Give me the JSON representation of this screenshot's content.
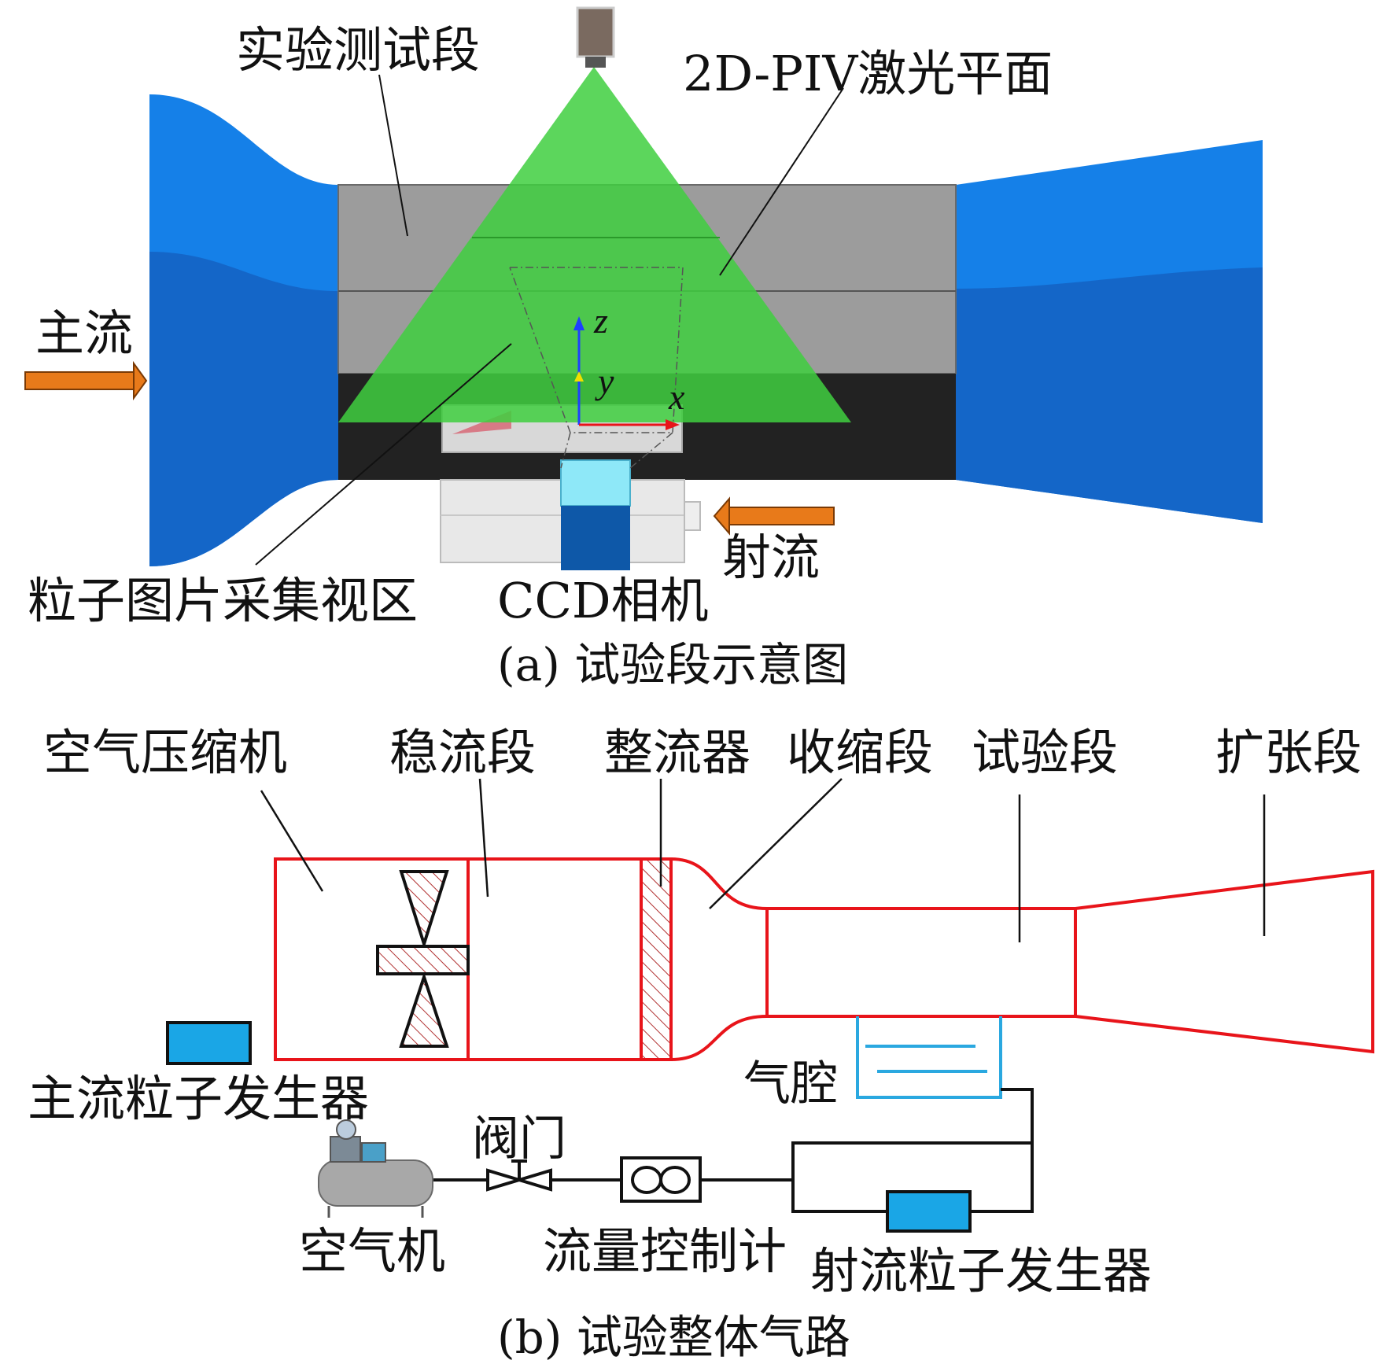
{
  "panel_a": {
    "caption": "(a) 试验段示意图",
    "labels": {
      "test_section": "实验测试段",
      "laser_plane": "2D-PIV激光平面",
      "main_flow": "主流",
      "jet": "射流",
      "view_area": "粒子图片采集视区",
      "ccd_camera": "CCD相机"
    },
    "axes": {
      "z": "z",
      "y": "y",
      "x": "x"
    }
  },
  "panel_b": {
    "caption": "(b) 试验整体气路",
    "labels": {
      "air_compressor": "空气压缩机",
      "settling": "稳流段",
      "rectifier": "整流器",
      "contraction": "收缩段",
      "test": "试验段",
      "diffuser": "扩张段",
      "plenum": "气腔",
      "main_seeder": "主流粒子发生器",
      "valve": "阀门",
      "air_machine": "空气机",
      "flow_controller": "流量控制计",
      "jet_seeder": "射流粒子发生器"
    }
  },
  "colors": {
    "blue_duct": "#1580e8",
    "blue_duct_dark": "#1466c8",
    "green_laser": "#3fcf3f",
    "orange_arrow": "#e87a1a",
    "red_line": "#e8141a",
    "cyan_cavity": "#2aa8e0"
  }
}
